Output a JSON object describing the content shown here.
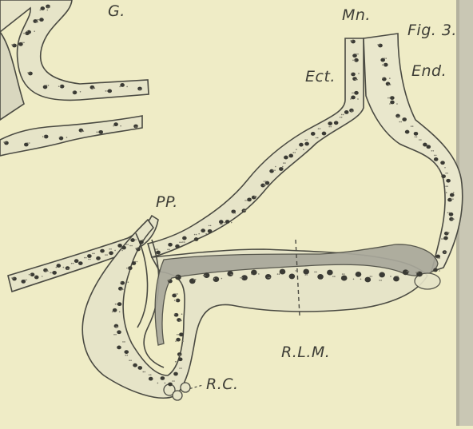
{
  "figure": {
    "number_label": "Fig. 3.",
    "labels": {
      "g": "G.",
      "mn": "Mn.",
      "ect": "Ect.",
      "end": "End.",
      "pp": "PP.",
      "rlm": "R.L.M.",
      "rc": "R.C."
    }
  },
  "colors": {
    "paper": "#efecc6",
    "tissue_fill": "#e6e4c8",
    "ink": "#3a3a34",
    "shade": "#a9a89b",
    "edge_strip": "#c9c7b4"
  }
}
